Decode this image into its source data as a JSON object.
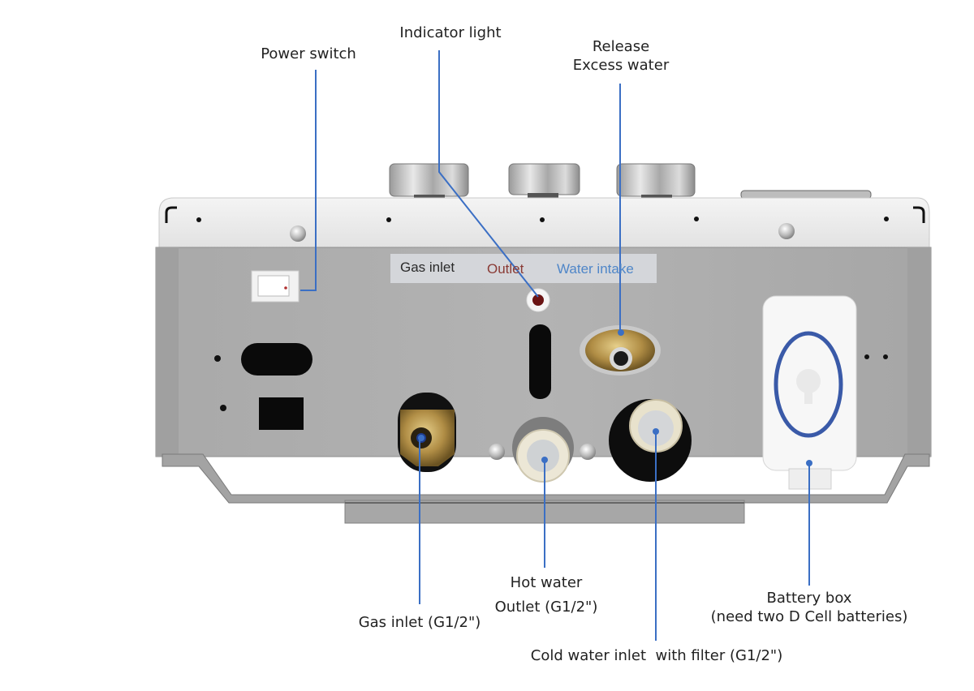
{
  "diagram": {
    "subject": "Tankless gas water heater - bottom view",
    "leader_color": "#3b6fc4",
    "callouts": {
      "power_switch": "Power switch",
      "indicator_light": "Indicator light",
      "release_excess_water": [
        "Release",
        "Excess water"
      ],
      "gas_inlet": "Gas inlet (G1/2\")",
      "hot_water_outlet": [
        "Hot water",
        "Outlet (G1/2\")"
      ],
      "cold_water_inlet": "Cold water inlet  with filter (G1/2\")",
      "battery_box": [
        "Battery box",
        "(need two D Cell batteries)"
      ]
    },
    "panel_labels": {
      "gas_inlet": {
        "text": "Gas inlet",
        "color": "#2a2a2a"
      },
      "outlet": {
        "text": "Outlet",
        "color": "#8a3b35"
      },
      "water_intake": {
        "text": "Water intake",
        "color": "#4f86c8"
      }
    }
  }
}
